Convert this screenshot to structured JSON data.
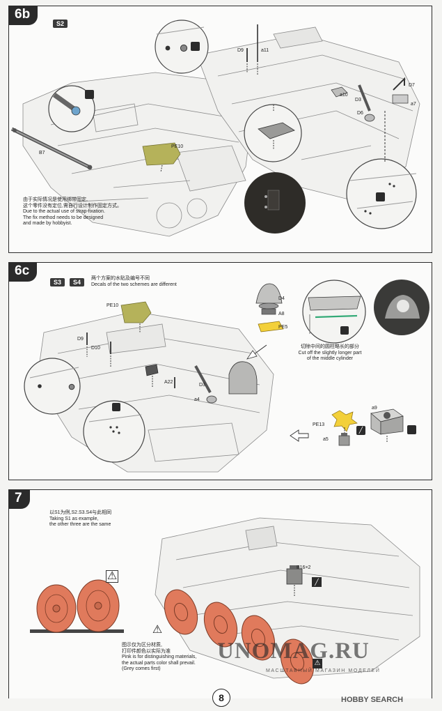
{
  "page_number": "8",
  "steps": {
    "s6b": {
      "number": "6b",
      "chip": "S2",
      "labels": {
        "d9": "D9",
        "a11": "a11",
        "a10": "a10",
        "d3": "D3",
        "d6": "D6",
        "d7": "D7",
        "a7": "a7",
        "b7": "B7",
        "pe10": "PE10"
      },
      "note_lines": [
        "由于实际情况是使用绑带固定,",
        "这个零件没有定位,需自行设计制作固定方式。",
        "Due to the actual use of strap-fixation.",
        "The fix method needs to be designed",
        "and made by hobbyist."
      ]
    },
    "s6c": {
      "number": "6c",
      "chips": [
        "S3",
        "S4"
      ],
      "header_lines": [
        "两个方案的水贴及编号不同",
        "Decals of the two schemes are different"
      ],
      "labels": {
        "pe10": "PE10",
        "d9": "D9",
        "d10": "D10",
        "a22": "A22",
        "d3": "D3",
        "a4": "a4",
        "d4": "D4",
        "a8": "A8",
        "pe5": "PE5",
        "a9": "a9",
        "pe13": "PE13",
        "a5": "a5"
      },
      "cut_lines": [
        "切除中间的圆柱略长的部分",
        "Cut off the slightly longer part",
        "of the middle cylinder"
      ]
    },
    "s7": {
      "number": "7",
      "header_lines": [
        "以S1为例,S2.S3.S4与此相同",
        "Taking S1 as example,",
        "the other three are the same"
      ],
      "b16_label": "B16×2",
      "pink_lines": [
        "图示仅为区分材质,",
        "打印件颜色以实际为准",
        "Pink is for distinguishing materials,",
        "the actual parts color shall prevail.",
        "(Grey comes first)"
      ]
    }
  },
  "watermark": {
    "brand": "UNOMAG.RU",
    "brand_sub": "МАСШТАБНЫЙ МАГАЗИН МОДЕЛЕЙ",
    "hobby_search": "HOBBY SEARCH"
  },
  "colors": {
    "pink_resin": "#e07a5c",
    "pe_olive": "#b5b25a",
    "pe_yellow": "#f3d03a",
    "tab_dark": "#2b2b2b"
  },
  "icons": [
    "glue-icon",
    "caution-icon",
    "arrow-left-icon",
    "knife-icon"
  ]
}
